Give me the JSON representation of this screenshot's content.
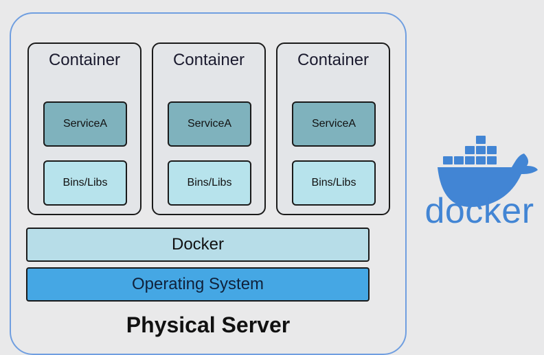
{
  "diagram": {
    "containers": [
      {
        "title": "Container",
        "service": "ServiceA",
        "libs": "Bins/Libs"
      },
      {
        "title": "Container",
        "service": "ServiceA",
        "libs": "Bins/Libs"
      },
      {
        "title": "Container",
        "service": "ServiceA",
        "libs": "Bins/Libs"
      }
    ],
    "docker_layer": "Docker",
    "os_layer": "Operating System",
    "server_label": "Physical Server"
  },
  "logo": {
    "icon": "docker-whale-icon",
    "wordmark": "docker",
    "color": "#4285d4"
  },
  "colors": {
    "server_border": "#6f9ee0",
    "service_fill": "#7fb2bd",
    "libs_fill": "#b7e3ec",
    "docker_fill": "#b7dde8",
    "os_fill": "#45a7e4"
  }
}
